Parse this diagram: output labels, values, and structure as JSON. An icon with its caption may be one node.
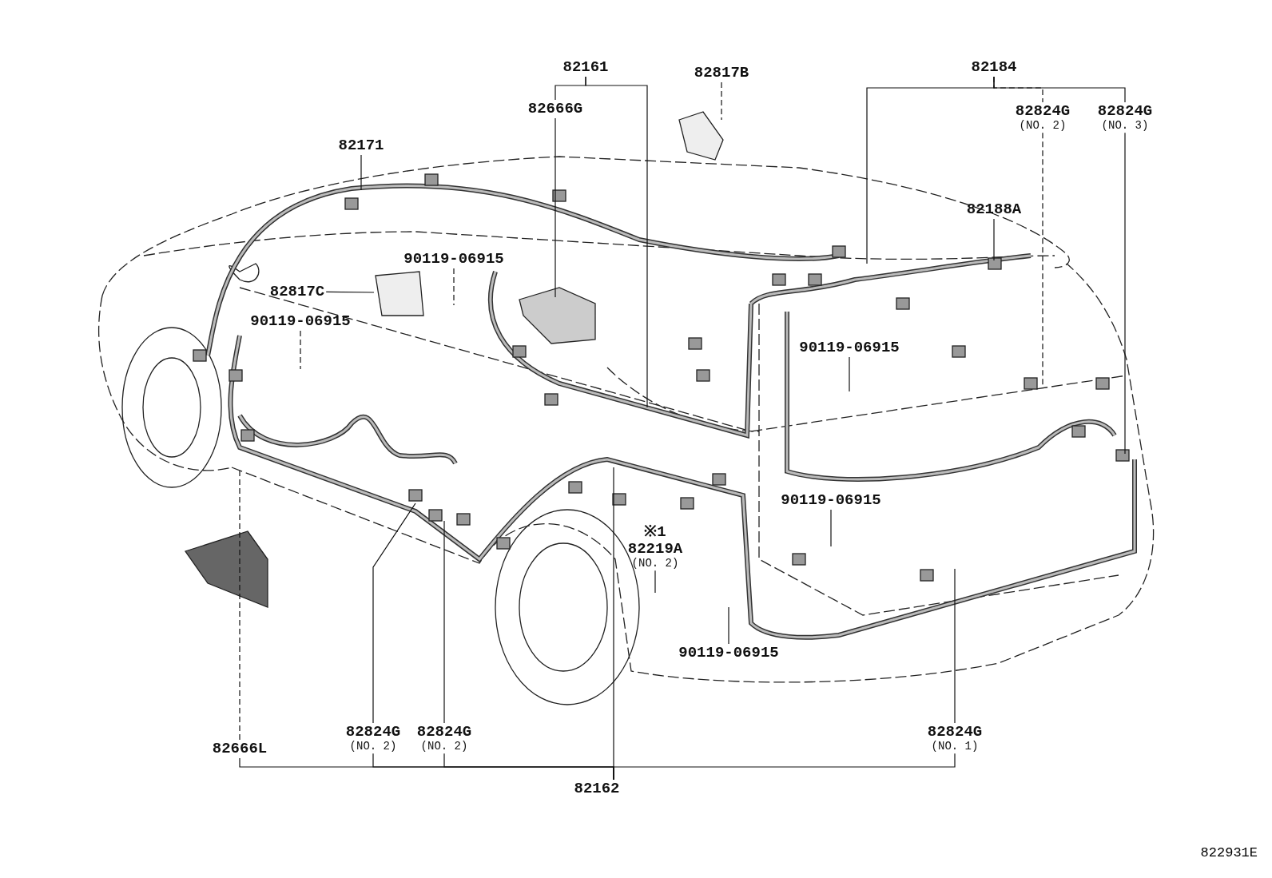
{
  "diagram": {
    "nodes": [
      {
        "text": [
          "82161"
        ]
      },
      {
        "text": [
          "82817B"
        ]
      },
      {
        "text": [
          "82184"
        ]
      },
      {
        "text": [
          "82666G"
        ]
      },
      {
        "text": [
          "82824G",
          "(NO. 2)"
        ]
      },
      {
        "text": [
          "82824G",
          "(NO. 3)"
        ]
      },
      {
        "text": [
          "82171"
        ]
      },
      {
        "text": [
          "82188A"
        ]
      },
      {
        "text": [
          "90119-06915"
        ]
      },
      {
        "text": [
          "82817C"
        ]
      },
      {
        "text": [
          "90119-06915"
        ]
      },
      {
        "text": [
          "90119-06915"
        ]
      },
      {
        "text": [
          "90119-06915"
        ]
      },
      {
        "text": [
          "※1",
          "82219A",
          "(NO. 2)"
        ]
      },
      {
        "text": [
          "90119-06915"
        ]
      },
      {
        "text": [
          "82824G",
          "(NO. 2)"
        ]
      },
      {
        "text": [
          "82824G",
          "(NO. 2)"
        ]
      },
      {
        "text": [
          "82666L"
        ]
      },
      {
        "text": [
          "82824G",
          "(NO. 1)"
        ]
      },
      {
        "text": [
          "82162"
        ]
      }
    ],
    "edges": [
      {
        "from": 0,
        "to": 3,
        "arrow": "none"
      },
      {
        "from": 0,
        "to": null,
        "arrow": "none"
      },
      {
        "from": 1,
        "to": null,
        "arrow": "none",
        "style": "dashed"
      },
      {
        "from": 2,
        "to": null,
        "arrow": "none"
      },
      {
        "from": 2,
        "to": 5,
        "arrow": "none"
      },
      {
        "from": 3,
        "to": null,
        "arrow": "none"
      },
      {
        "from": 4,
        "to": null,
        "arrow": "none",
        "style": "dashed"
      },
      {
        "from": 5,
        "to": null,
        "arrow": "none"
      },
      {
        "from": 6,
        "to": null,
        "arrow": "none"
      },
      {
        "from": 7,
        "to": null,
        "arrow": "none"
      },
      {
        "from": 8,
        "to": null,
        "arrow": "none",
        "style": "dashed"
      },
      {
        "from": 9,
        "to": null,
        "arrow": "none"
      },
      {
        "from": 10,
        "to": null,
        "arrow": "none",
        "style": "dashed"
      },
      {
        "from": 11,
        "to": null,
        "arrow": "none"
      },
      {
        "from": 12,
        "to": null,
        "arrow": "none"
      },
      {
        "from": 13,
        "to": null,
        "arrow": "none"
      },
      {
        "from": 14,
        "to": null,
        "arrow": "none"
      },
      {
        "from": 15,
        "to": null,
        "arrow": "none"
      },
      {
        "from": 16,
        "to": null,
        "arrow": "none"
      },
      {
        "from": 17,
        "to": null,
        "arrow": "none",
        "style": "dashed"
      },
      {
        "from": 18,
        "to": null,
        "arrow": "none"
      },
      {
        "from": 19,
        "to": null,
        "arrow": "none"
      },
      {
        "from": 2,
        "to": 4,
        "arrow": "none",
        "style": "dashed"
      },
      {
        "from": 19,
        "to": 17,
        "arrow": "none"
      },
      {
        "from": 19,
        "to": 15,
        "arrow": "none"
      },
      {
        "from": 19,
        "to": 16,
        "arrow": "none"
      },
      {
        "from": 19,
        "to": 18,
        "arrow": "none"
      }
    ],
    "labels": [
      "822931E"
    ]
  }
}
